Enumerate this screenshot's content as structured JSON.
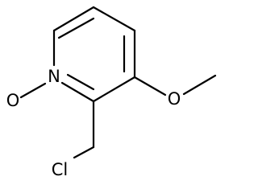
{
  "molecule": {
    "atoms": {
      "n": "N",
      "o_oxide": "O",
      "o_methoxy": "O",
      "cl": "Cl"
    }
  },
  "colors": {
    "bond": "#000000",
    "text": "#000000",
    "background": "#ffffff"
  }
}
